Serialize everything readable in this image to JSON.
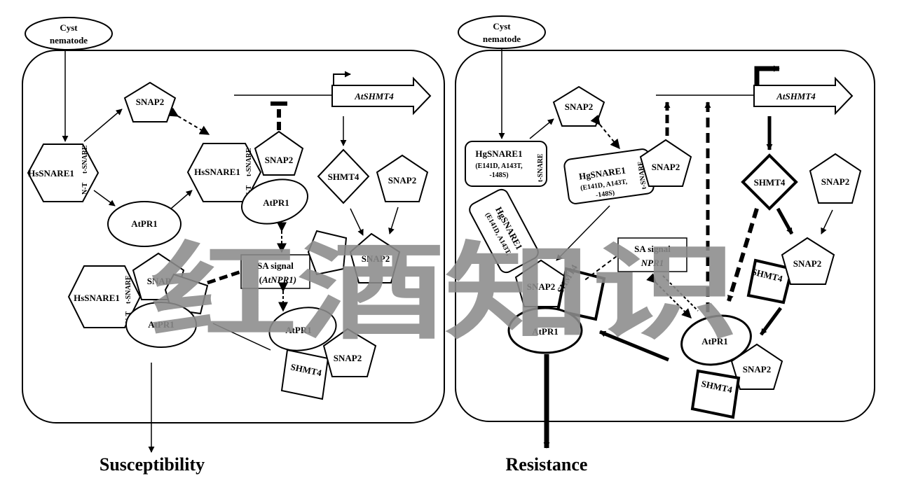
{
  "left": {
    "pathogen": [
      "Cyst",
      "nematode"
    ],
    "hs_snare": "HsSNARE1",
    "domain_nt": "N-T",
    "domain_tsnare": "t-SNARE",
    "snap2": "SNAP2",
    "atpr1": "AtPR1",
    "gene": "AtSHMT4",
    "shmt4": "SHMT4",
    "sa_signal": "SA signal",
    "npr1": "AtNPR1)",
    "npr1_open": "(",
    "outcome": "Susceptibility"
  },
  "right": {
    "pathogen": [
      "Cyst",
      "nematode"
    ],
    "hg_snare": "HgSNARE1",
    "mutations": [
      "(E141D, A143T,",
      "-148S)"
    ],
    "domain_tsnare": "t-SNARE",
    "snap2": "SNAP2",
    "atpr1": "AtPR1",
    "gene": "AtSHMT4",
    "shmt4": "SHMT4",
    "sa_signal": "SA signal",
    "npr1": "NPR1",
    "outcome": "Resistance"
  },
  "watermark": "红酒知识"
}
